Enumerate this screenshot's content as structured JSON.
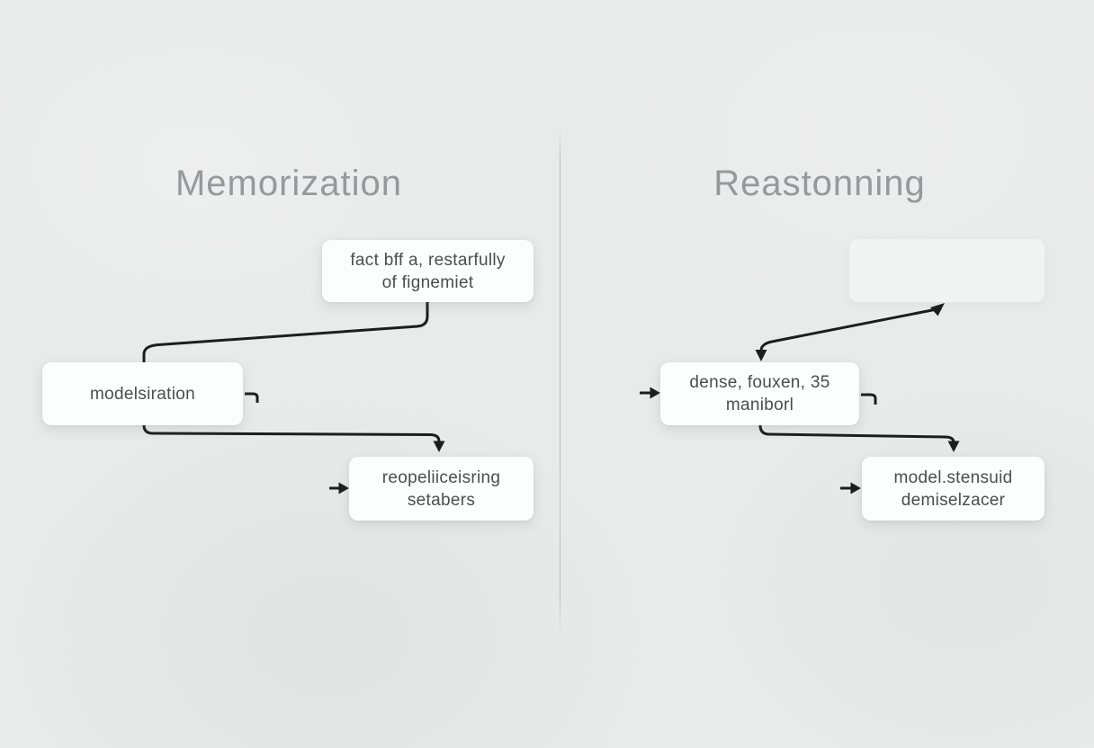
{
  "diagram": {
    "left_panel": {
      "title": "Memorization",
      "nodes": {
        "fact": {
          "line1": "fact bff a, restarfully",
          "line2": "of fignemiet"
        },
        "model": {
          "label": "modelsiration"
        },
        "reopel": {
          "line1": "reopeliiceisring",
          "line2": "setabers"
        }
      }
    },
    "right_panel": {
      "title": "Reastonning",
      "nodes": {
        "ghost": {
          "label": ""
        },
        "dense": {
          "line1": "dense, fouxen, 35",
          "line2": "maniborl"
        },
        "stensuid": {
          "line1": "model.stensuid",
          "line2": "demiselzacer"
        }
      }
    },
    "edges": [
      {
        "id": "fact-to-model",
        "from": "fact",
        "to": "model",
        "type": "elbow",
        "arrowheads": "none"
      },
      {
        "id": "model-right-stub",
        "from": "model",
        "to": "",
        "type": "stub",
        "arrowheads": "none"
      },
      {
        "id": "model-to-reopel",
        "from": "model",
        "to": "reopel",
        "type": "elbow",
        "arrowheads": "end"
      },
      {
        "id": "into-reopel",
        "from": "",
        "to": "reopel",
        "type": "short-arrow",
        "arrowheads": "end"
      },
      {
        "id": "dense-to-ghost",
        "from": "dense",
        "to": "ghost",
        "type": "zigzag",
        "arrowheads": "both"
      },
      {
        "id": "into-dense",
        "from": "",
        "to": "dense",
        "type": "short-arrow",
        "arrowheads": "end"
      },
      {
        "id": "dense-right-stub",
        "from": "dense",
        "to": "",
        "type": "stub",
        "arrowheads": "none"
      },
      {
        "id": "dense-to-stensuid",
        "from": "dense",
        "to": "stensuid",
        "type": "elbow",
        "arrowheads": "end"
      },
      {
        "id": "into-stensuid",
        "from": "",
        "to": "stensuid",
        "type": "short-arrow",
        "arrowheads": "end"
      }
    ]
  },
  "colors": {
    "background": "#e9eaea",
    "node_background": "#fcfdfd",
    "ghost_node_background": "#f2f3f3",
    "title_text": "#96989a",
    "node_text": "#4d4d4d",
    "connector": "#1d1d1d",
    "divider": "#acb1b1"
  }
}
